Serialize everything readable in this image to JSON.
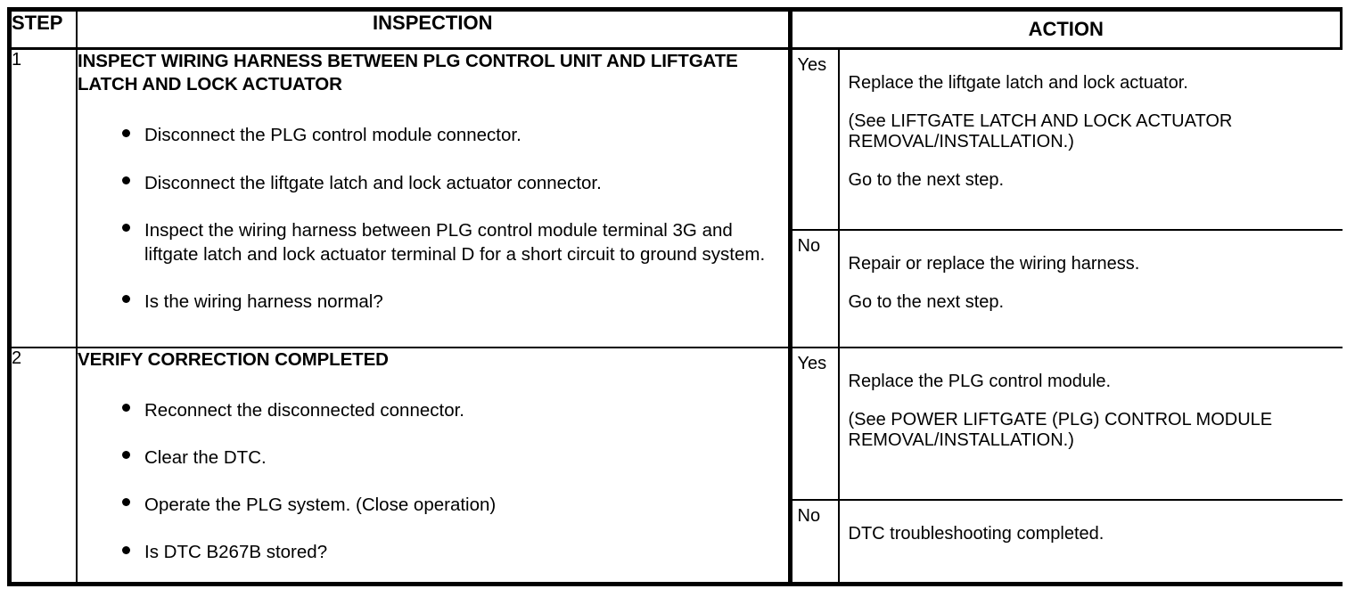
{
  "table": {
    "headers": {
      "step": "STEP",
      "inspection": "INSPECTION",
      "action": "ACTION"
    },
    "rows": [
      {
        "step": "1",
        "inspection": {
          "title": "INSPECT WIRING HARNESS BETWEEN PLG CONTROL UNIT AND LIFTGATE LATCH AND LOCK ACTUATOR",
          "bullets": [
            "Disconnect the PLG control module connector.",
            "Disconnect the liftgate latch and lock actuator connector.",
            "Inspect the wiring harness between PLG control module terminal 3G and liftgate latch and lock actuator terminal D for a short circuit to ground system.",
            "Is the wiring harness normal?"
          ]
        },
        "branches": [
          {
            "answer": "Yes",
            "paragraphs": [
              "Replace the liftgate latch and lock actuator.",
              "(See LIFTGATE LATCH AND LOCK ACTUATOR REMOVAL/INSTALLATION.)",
              "Go to the next step."
            ]
          },
          {
            "answer": "No",
            "paragraphs": [
              "Repair or replace the wiring harness.",
              "Go to the next step."
            ]
          }
        ]
      },
      {
        "step": "2",
        "inspection": {
          "title": "VERIFY CORRECTION COMPLETED",
          "bullets": [
            "Reconnect the disconnected connector.",
            "Clear the DTC.",
            "Operate the PLG system. (Close operation)",
            "Is DTC B267B stored?"
          ]
        },
        "branches": [
          {
            "answer": "Yes",
            "paragraphs": [
              "Replace the PLG control module.",
              "(See POWER LIFTGATE (PLG) CONTROL MODULE REMOVAL/INSTALLATION.)"
            ]
          },
          {
            "answer": "No",
            "paragraphs": [
              "DTC troubleshooting completed."
            ]
          }
        ]
      }
    ]
  },
  "colors": {
    "border": "#000000",
    "text": "#000000",
    "background": "#ffffff"
  }
}
